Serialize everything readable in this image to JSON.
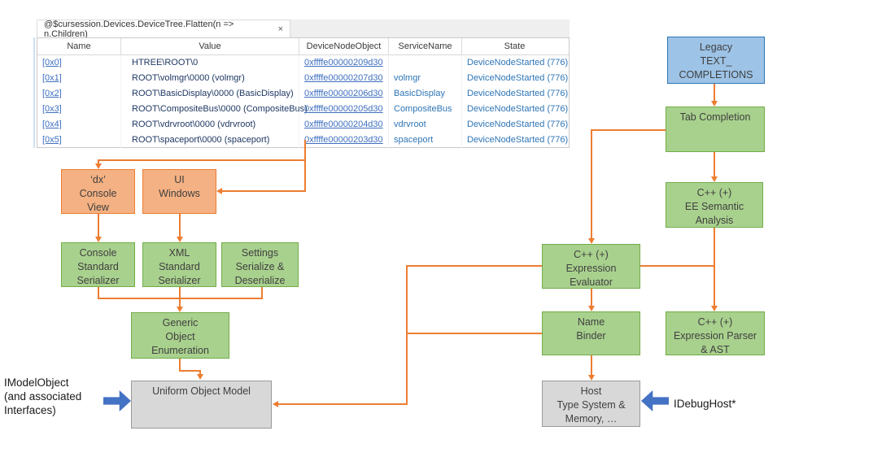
{
  "tab": {
    "title": "@$cursession.Devices.DeviceTree.Flatten(n => n.Children)",
    "close_icon": "×"
  },
  "table": {
    "columns": [
      "Name",
      "Value",
      "DeviceNodeObject",
      "ServiceName",
      "State"
    ],
    "rows": [
      {
        "name": "[0x0]",
        "value": "HTREE\\ROOT\\0",
        "device_node_object": "0xffffe00000209d30",
        "service_name": "",
        "state": "DeviceNodeStarted (776)"
      },
      {
        "name": "[0x1]",
        "value": "ROOT\\volmgr\\0000 (volmgr)",
        "device_node_object": "0xffffe00000207d30",
        "service_name": "volmgr",
        "state": "DeviceNodeStarted (776)"
      },
      {
        "name": "[0x2]",
        "value": "ROOT\\BasicDisplay\\0000 (BasicDisplay)",
        "device_node_object": "0xffffe00000206d30",
        "service_name": "BasicDisplay",
        "state": "DeviceNodeStarted (776)"
      },
      {
        "name": "[0x3]",
        "value": "ROOT\\CompositeBus\\0000 (CompositeBus)",
        "device_node_object": "0xffffe00000205d30",
        "service_name": "CompositeBus",
        "state": "DeviceNodeStarted (776)"
      },
      {
        "name": "[0x4]",
        "value": "ROOT\\vdrvroot\\0000 (vdrvroot)",
        "device_node_object": "0xffffe00000204d30",
        "service_name": "vdrvroot",
        "state": "DeviceNodeStarted (776)"
      },
      {
        "name": "[0x5]",
        "value": "ROOT\\spaceport\\0000 (spaceport)",
        "device_node_object": "0xffffe00000203d30",
        "service_name": "spaceport",
        "state": "DeviceNodeStarted (776)"
      }
    ]
  },
  "diagram": {
    "boxes": {
      "dx_console": {
        "label": "‘dx’\nConsole\nView"
      },
      "ui_windows": {
        "label": "UI\nWindows"
      },
      "console_serializer": {
        "label": "Console\nStandard\nSerializer"
      },
      "xml_serializer": {
        "label": "XML\nStandard\nSerializer"
      },
      "settings_serializer": {
        "label": "Settings\nSerialize &\nDeserialize"
      },
      "generic_enumeration": {
        "label": "Generic\nObject\nEnumeration"
      },
      "uniform_object_model": {
        "label": "Uniform Object Model"
      },
      "legacy_completions": {
        "label": "Legacy\nTEXT_\nCOMPLETIONS"
      },
      "tab_completion": {
        "label": "Tab Completion"
      },
      "ee_semantic_analysis": {
        "label": "C++ (+)\nEE Semantic\nAnalysis"
      },
      "expression_evaluator": {
        "label": "C++ (+)\nExpression\nEvaluator"
      },
      "name_binder": {
        "label": "Name\nBinder"
      },
      "expression_parser": {
        "label": "C++ (+)\nExpression Parser\n& AST"
      },
      "host": {
        "label": "Host\nType System &\nMemory, …"
      }
    },
    "labels": {
      "imodelobject": "IModelObject\n(and associated\nInterfaces)",
      "idebughost": "IDebugHost*"
    },
    "colors": {
      "connector_orange": "#ed7d31",
      "block_arrow_blue": "#4472c4",
      "box_orange_fill": "#f4b183",
      "box_green_fill": "#a9d18e",
      "box_green_border": "#70ad47",
      "box_blue_fill": "#9dc3e6",
      "box_blue_border": "#2e75b6",
      "box_gray_fill": "#d8d8d8",
      "link_blue": "#3e6fbf",
      "value_navy": "#1f3864",
      "state_blue": "#2e75b6"
    }
  }
}
